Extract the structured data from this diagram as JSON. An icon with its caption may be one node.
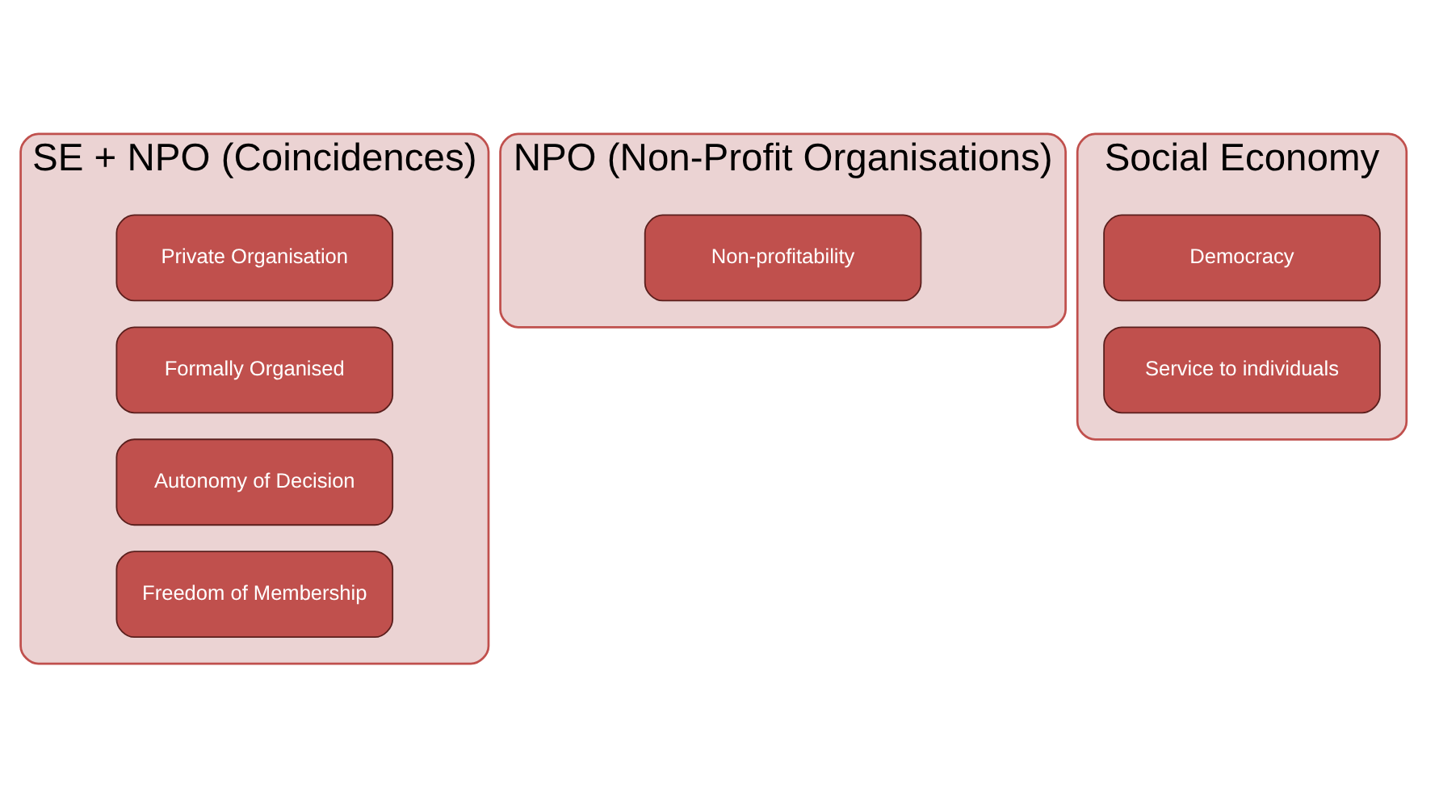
{
  "diagram": {
    "nodes": [
      {
        "text": [
          "SE + NPO (Coincidences)"
        ]
      },
      {
        "text": [
          "Private Organisation"
        ],
        "in": 0
      },
      {
        "text": [
          "Formally Organised"
        ],
        "in": 0
      },
      {
        "text": [
          "Autonomy of Decision"
        ],
        "in": 0
      },
      {
        "text": [
          "Freedom of Membership"
        ],
        "in": 0
      },
      {
        "text": [
          "NPO (Non-Profit Organisations)"
        ]
      },
      {
        "text": [
          "Non-profitability"
        ],
        "in": 5
      },
      {
        "text": [
          "Social Economy"
        ]
      },
      {
        "text": [
          "Democracy"
        ],
        "in": 7
      },
      {
        "text": [
          "Service to individuals"
        ],
        "in": 7
      }
    ],
    "edges": []
  }
}
